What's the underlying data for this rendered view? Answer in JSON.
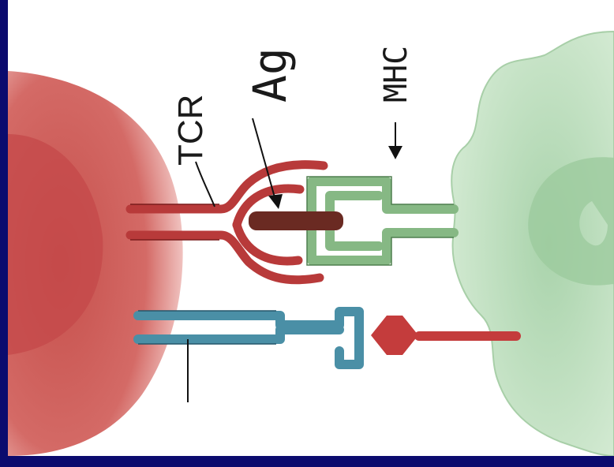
{
  "labels": {
    "tcr": "TCR",
    "ag": "Ag",
    "mhc": "MHC"
  },
  "colors": {
    "background_border": "#0b0b6e",
    "t_cell": "#c8504e",
    "t_cell_light": "#e8a6a2",
    "apc": "#b9dcbc",
    "apc_light": "#d9eed9",
    "tcr": "#b83a3a",
    "antigen": "#6a2a22",
    "mhc": "#86b884",
    "coreceptor": "#4a8fa6",
    "ligand": "#c43c3c"
  }
}
